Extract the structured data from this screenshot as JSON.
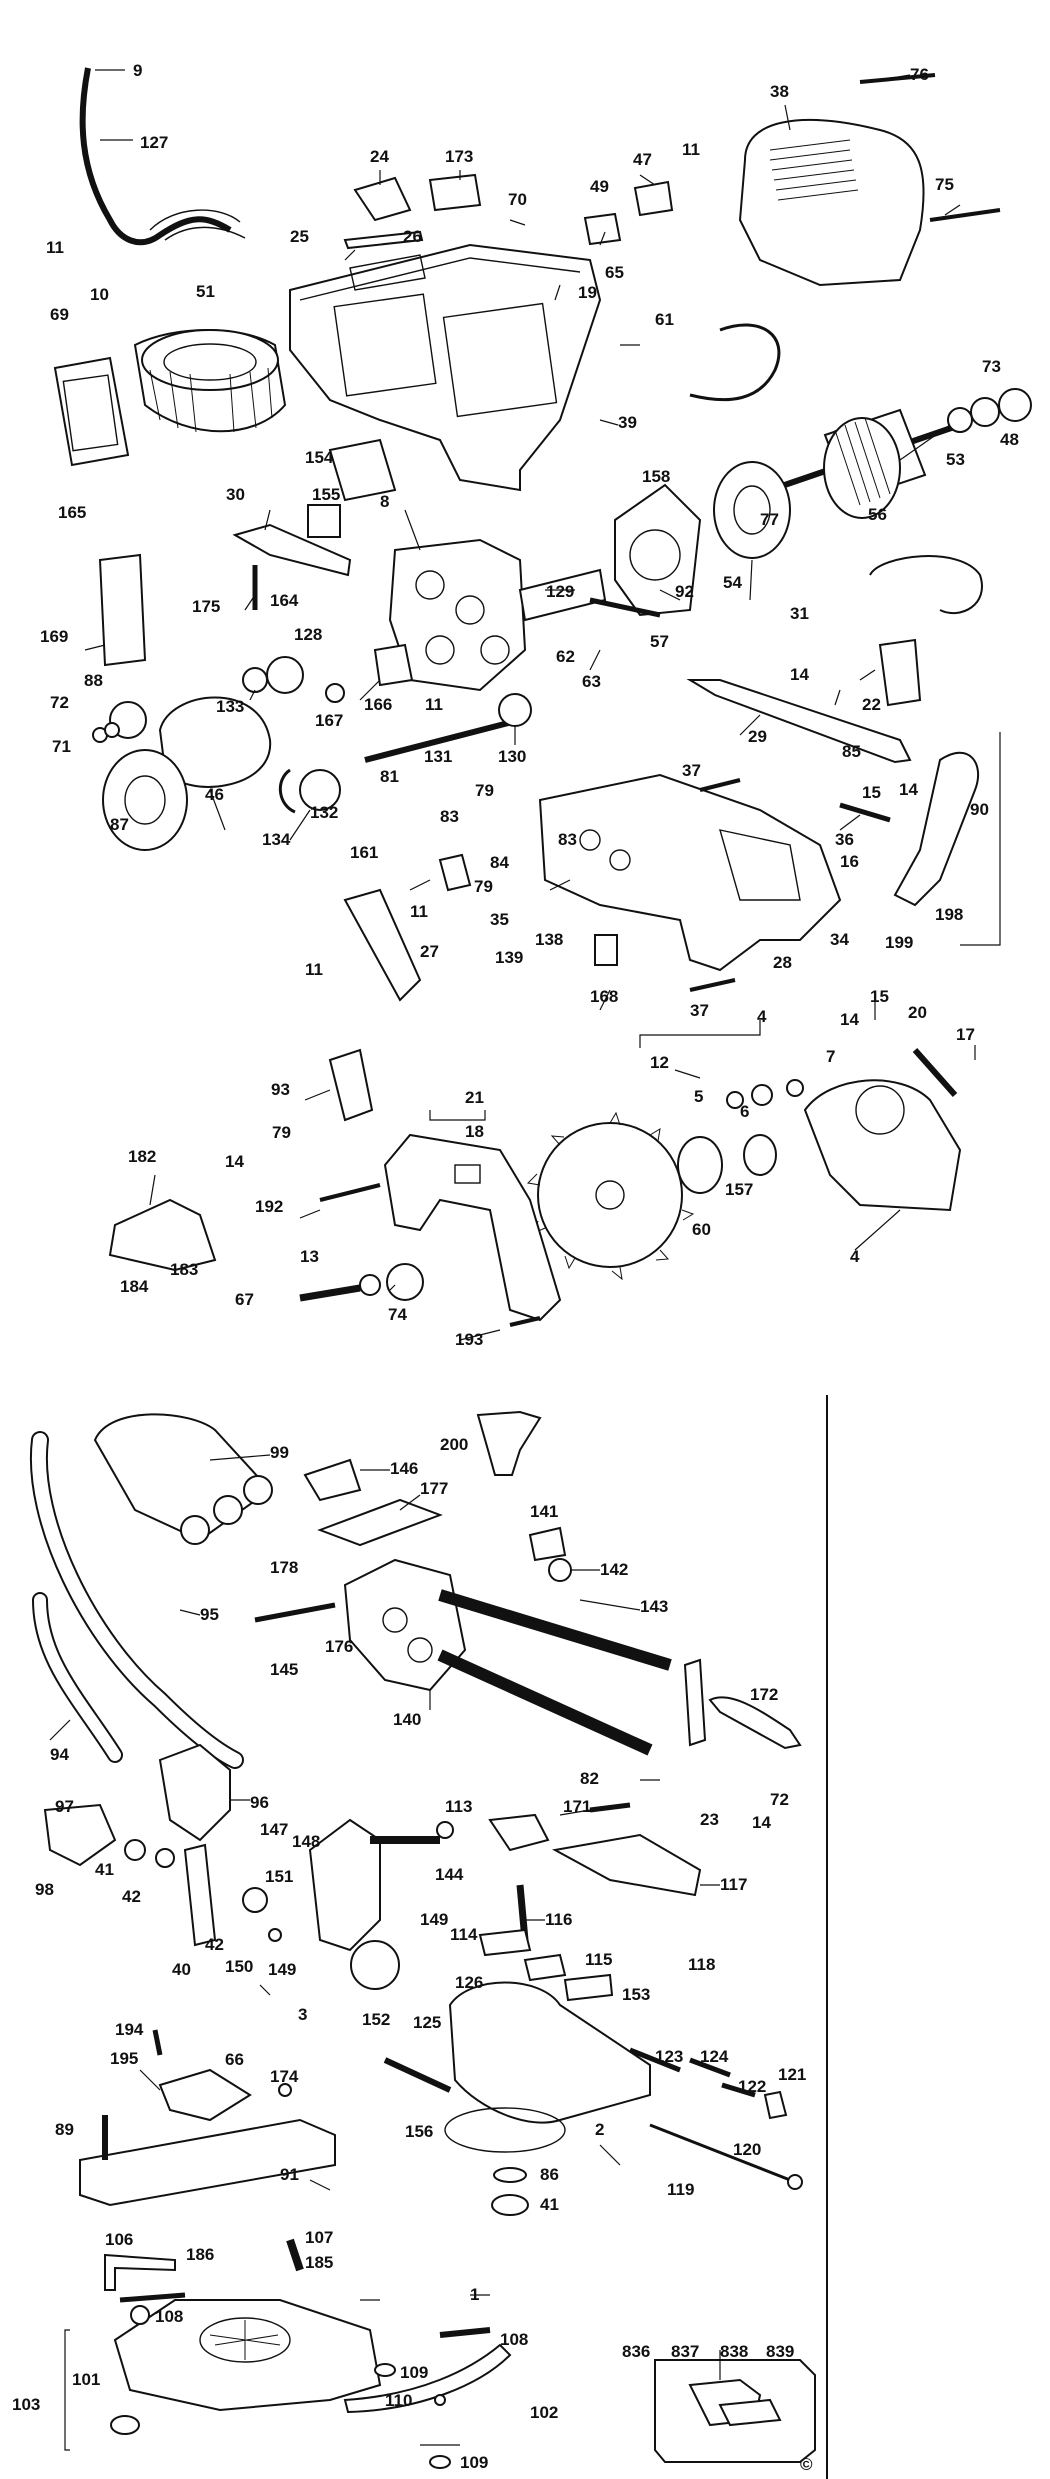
{
  "diagram": {
    "type": "exploded-parts-diagram",
    "colors": {
      "ink": "#111111",
      "paper": "#ffffff"
    },
    "copyright_mark": "©",
    "labels_top": [
      {
        "id": "9",
        "text": "9"
      },
      {
        "id": "127",
        "text": "127"
      },
      {
        "id": "24",
        "text": "24"
      },
      {
        "id": "173",
        "text": "173"
      },
      {
        "id": "47",
        "text": "47"
      },
      {
        "id": "11a",
        "text": "11"
      },
      {
        "id": "38",
        "text": "38"
      },
      {
        "id": "76",
        "text": "76"
      },
      {
        "id": "75",
        "text": "75"
      },
      {
        "id": "70",
        "text": "70"
      },
      {
        "id": "49",
        "text": "49"
      },
      {
        "id": "25",
        "text": "25"
      },
      {
        "id": "26",
        "text": "26"
      },
      {
        "id": "65",
        "text": "65"
      },
      {
        "id": "11b",
        "text": "11"
      },
      {
        "id": "10",
        "text": "10"
      },
      {
        "id": "19",
        "text": "19"
      },
      {
        "id": "51",
        "text": "51"
      },
      {
        "id": "69",
        "text": "69"
      },
      {
        "id": "61",
        "text": "61"
      },
      {
        "id": "39",
        "text": "39"
      },
      {
        "id": "73",
        "text": "73"
      },
      {
        "id": "53",
        "text": "53"
      },
      {
        "id": "48",
        "text": "48"
      },
      {
        "id": "165",
        "text": "165"
      },
      {
        "id": "154",
        "text": "154"
      },
      {
        "id": "158",
        "text": "158"
      },
      {
        "id": "77",
        "text": "77"
      },
      {
        "id": "56",
        "text": "56"
      },
      {
        "id": "155",
        "text": "155"
      },
      {
        "id": "30",
        "text": "30"
      },
      {
        "id": "8",
        "text": "8"
      },
      {
        "id": "54",
        "text": "54"
      },
      {
        "id": "92",
        "text": "92"
      },
      {
        "id": "129",
        "text": "129"
      },
      {
        "id": "175",
        "text": "175"
      },
      {
        "id": "164",
        "text": "164"
      },
      {
        "id": "169",
        "text": "169"
      },
      {
        "id": "31",
        "text": "31"
      },
      {
        "id": "128",
        "text": "128"
      },
      {
        "id": "62",
        "text": "62"
      },
      {
        "id": "57",
        "text": "57"
      },
      {
        "id": "88",
        "text": "88"
      },
      {
        "id": "133",
        "text": "133"
      },
      {
        "id": "166",
        "text": "166"
      },
      {
        "id": "63",
        "text": "63"
      },
      {
        "id": "14a",
        "text": "14"
      },
      {
        "id": "22",
        "text": "22"
      },
      {
        "id": "72a",
        "text": "72"
      },
      {
        "id": "167",
        "text": "167"
      },
      {
        "id": "11c",
        "text": "11"
      },
      {
        "id": "71",
        "text": "71"
      },
      {
        "id": "130",
        "text": "130"
      },
      {
        "id": "29",
        "text": "29"
      },
      {
        "id": "131",
        "text": "131"
      },
      {
        "id": "85",
        "text": "85"
      },
      {
        "id": "46",
        "text": "46"
      },
      {
        "id": "81",
        "text": "81"
      },
      {
        "id": "37a",
        "text": "37"
      },
      {
        "id": "87",
        "text": "87"
      },
      {
        "id": "132",
        "text": "132"
      },
      {
        "id": "79a",
        "text": "79"
      },
      {
        "id": "15a",
        "text": "15"
      },
      {
        "id": "14b",
        "text": "14"
      },
      {
        "id": "90",
        "text": "90"
      },
      {
        "id": "134",
        "text": "134"
      },
      {
        "id": "83a",
        "text": "83"
      },
      {
        "id": "36",
        "text": "36"
      },
      {
        "id": "83b",
        "text": "83"
      },
      {
        "id": "16",
        "text": "16"
      },
      {
        "id": "161",
        "text": "161"
      },
      {
        "id": "84",
        "text": "84"
      },
      {
        "id": "11d",
        "text": "11"
      },
      {
        "id": "198",
        "text": "198"
      },
      {
        "id": "35",
        "text": "35"
      },
      {
        "id": "79b",
        "text": "79"
      },
      {
        "id": "34",
        "text": "34"
      },
      {
        "id": "199",
        "text": "199"
      },
      {
        "id": "139",
        "text": "139"
      },
      {
        "id": "138",
        "text": "138"
      },
      {
        "id": "27",
        "text": "27"
      },
      {
        "id": "11e",
        "text": "11"
      },
      {
        "id": "28",
        "text": "28"
      },
      {
        "id": "168",
        "text": "168"
      },
      {
        "id": "37b",
        "text": "37"
      },
      {
        "id": "15b",
        "text": "15"
      },
      {
        "id": "14c",
        "text": "14"
      },
      {
        "id": "20",
        "text": "20"
      },
      {
        "id": "4a",
        "text": "4"
      },
      {
        "id": "17",
        "text": "17"
      },
      {
        "id": "12",
        "text": "12"
      },
      {
        "id": "7",
        "text": "7"
      },
      {
        "id": "93",
        "text": "93"
      },
      {
        "id": "21",
        "text": "21"
      },
      {
        "id": "5",
        "text": "5"
      },
      {
        "id": "6",
        "text": "6"
      },
      {
        "id": "18",
        "text": "18"
      },
      {
        "id": "79c",
        "text": "79"
      },
      {
        "id": "14d",
        "text": "14"
      },
      {
        "id": "182",
        "text": "182"
      },
      {
        "id": "192",
        "text": "192"
      },
      {
        "id": "157",
        "text": "157"
      },
      {
        "id": "60",
        "text": "60"
      },
      {
        "id": "4b",
        "text": "4"
      },
      {
        "id": "13",
        "text": "13"
      },
      {
        "id": "183",
        "text": "183"
      },
      {
        "id": "184",
        "text": "184"
      },
      {
        "id": "67",
        "text": "67"
      },
      {
        "id": "74",
        "text": "74"
      },
      {
        "id": "193",
        "text": "193"
      }
    ],
    "labels_bottom": [
      {
        "id": "99",
        "text": "99"
      },
      {
        "id": "146",
        "text": "146"
      },
      {
        "id": "200",
        "text": "200"
      },
      {
        "id": "177",
        "text": "177"
      },
      {
        "id": "141",
        "text": "141"
      },
      {
        "id": "178",
        "text": "178"
      },
      {
        "id": "142",
        "text": "142"
      },
      {
        "id": "95",
        "text": "95"
      },
      {
        "id": "143",
        "text": "143"
      },
      {
        "id": "176",
        "text": "176"
      },
      {
        "id": "145",
        "text": "145"
      },
      {
        "id": "140",
        "text": "140"
      },
      {
        "id": "172",
        "text": "172"
      },
      {
        "id": "94",
        "text": "94"
      },
      {
        "id": "82",
        "text": "82"
      },
      {
        "id": "96",
        "text": "96"
      },
      {
        "id": "72b",
        "text": "72"
      },
      {
        "id": "23",
        "text": "23"
      },
      {
        "id": "14e",
        "text": "14"
      },
      {
        "id": "113",
        "text": "113"
      },
      {
        "id": "171",
        "text": "171"
      },
      {
        "id": "97",
        "text": "97"
      },
      {
        "id": "147",
        "text": "147"
      },
      {
        "id": "148",
        "text": "148"
      },
      {
        "id": "117",
        "text": "117"
      },
      {
        "id": "98",
        "text": "98"
      },
      {
        "id": "41a",
        "text": "41"
      },
      {
        "id": "42a",
        "text": "42"
      },
      {
        "id": "151",
        "text": "151"
      },
      {
        "id": "144",
        "text": "144"
      },
      {
        "id": "116",
        "text": "116"
      },
      {
        "id": "149a",
        "text": "149"
      },
      {
        "id": "42b",
        "text": "42"
      },
      {
        "id": "150",
        "text": "150"
      },
      {
        "id": "149b",
        "text": "149"
      },
      {
        "id": "40",
        "text": "40"
      },
      {
        "id": "118",
        "text": "118"
      },
      {
        "id": "114",
        "text": "114"
      },
      {
        "id": "115",
        "text": "115"
      },
      {
        "id": "126",
        "text": "126"
      },
      {
        "id": "153",
        "text": "153"
      },
      {
        "id": "194",
        "text": "194"
      },
      {
        "id": "66",
        "text": "66"
      },
      {
        "id": "195",
        "text": "195"
      },
      {
        "id": "3",
        "text": "3"
      },
      {
        "id": "152",
        "text": "152"
      },
      {
        "id": "125",
        "text": "125"
      },
      {
        "id": "123",
        "text": "123"
      },
      {
        "id": "124",
        "text": "124"
      },
      {
        "id": "174",
        "text": "174"
      },
      {
        "id": "122",
        "text": "122"
      },
      {
        "id": "121",
        "text": "121"
      },
      {
        "id": "89",
        "text": "89"
      },
      {
        "id": "156",
        "text": "156"
      },
      {
        "id": "2",
        "text": "2"
      },
      {
        "id": "120",
        "text": "120"
      },
      {
        "id": "91",
        "text": "91"
      },
      {
        "id": "86",
        "text": "86"
      },
      {
        "id": "119",
        "text": "119"
      },
      {
        "id": "41b",
        "text": "41"
      },
      {
        "id": "106",
        "text": "106"
      },
      {
        "id": "107",
        "text": "107"
      },
      {
        "id": "186",
        "text": "186"
      },
      {
        "id": "185",
        "text": "185"
      },
      {
        "id": "1",
        "text": "1"
      },
      {
        "id": "108a",
        "text": "108"
      },
      {
        "id": "836",
        "text": "836"
      },
      {
        "id": "837",
        "text": "837"
      },
      {
        "id": "838",
        "text": "838"
      },
      {
        "id": "839",
        "text": "839"
      },
      {
        "id": "108b",
        "text": "108"
      },
      {
        "id": "101",
        "text": "101"
      },
      {
        "id": "109a",
        "text": "109"
      },
      {
        "id": "103",
        "text": "103"
      },
      {
        "id": "110",
        "text": "110"
      },
      {
        "id": "102",
        "text": "102"
      },
      {
        "id": "109b",
        "text": "109"
      }
    ]
  }
}
